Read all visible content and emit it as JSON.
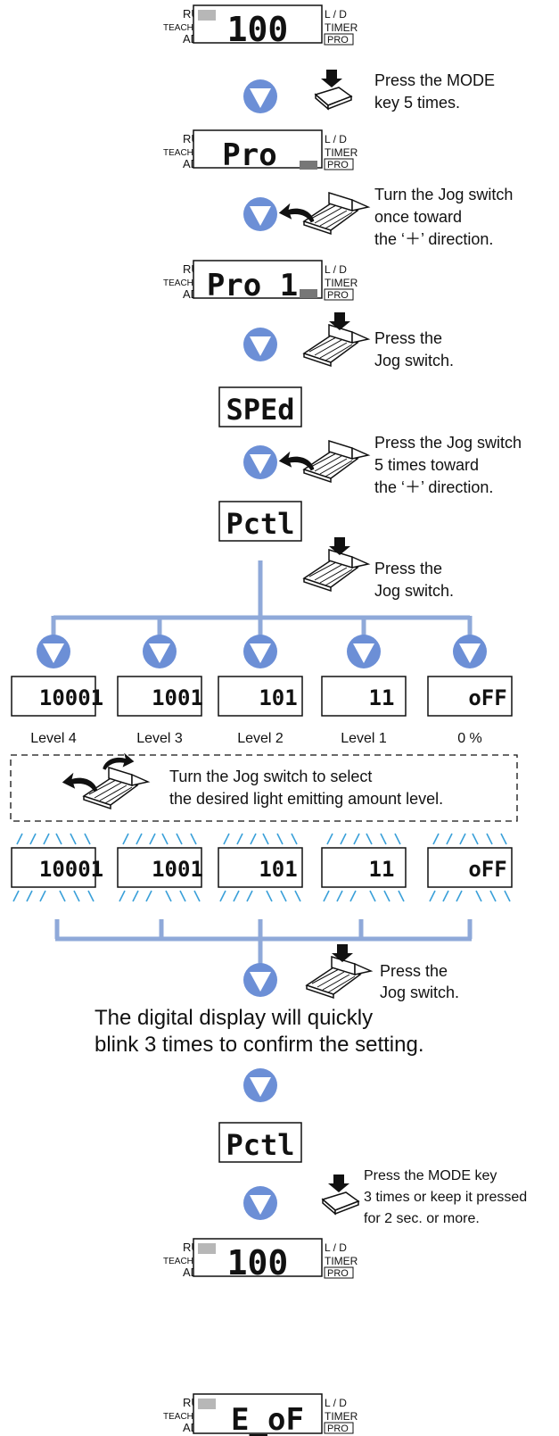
{
  "colors": {
    "flow": "#8fa9d9",
    "arrow_fill": "#6c8fd6",
    "ink": "#111111",
    "lamp": "#b7b7b7",
    "blink": "#3aa0d9"
  },
  "panel": {
    "left_labels": [
      "RUN",
      "TEACH",
      "ADJ"
    ],
    "right_labels": [
      "L / D",
      "TIMER",
      "PRO"
    ]
  },
  "displays": {
    "start": "100",
    "pro": "Pro",
    "pro1": "Pro 1",
    "sped": "SPEd",
    "pctl": "Pctl",
    "confirm_pctl": "Pctl",
    "end": "100",
    "final": "E_oF"
  },
  "steps": {
    "step1": [
      "Press the MODE",
      "key 5 times."
    ],
    "step2": [
      "Turn the Jog switch",
      "once toward",
      "the ‘＋’ direction."
    ],
    "step3": [
      "Press the",
      "Jog switch."
    ],
    "step4": [
      "Press the Jog switch",
      "5 times toward",
      "the ‘＋’ direction."
    ],
    "step5": [
      "Press the",
      "Jog switch."
    ],
    "step6": [
      "Press the",
      "Jog switch."
    ],
    "step7": [
      "Press the MODE key",
      "3 times or keep it pressed",
      "for 2 sec. or more."
    ]
  },
  "levels": [
    {
      "display": "10001",
      "label": "Level 4"
    },
    {
      "display": "1001",
      "label": "Level 3"
    },
    {
      "display": "101",
      "label": "Level 2"
    },
    {
      "display": "11",
      "label": "Level 1"
    },
    {
      "display": "oFF",
      "label": "0 %"
    }
  ],
  "select_box": [
    "Turn the Jog switch to select",
    "the desired light emitting amount level."
  ],
  "confirm_note": [
    "The digital display will quickly",
    "blink 3 times to confirm the setting."
  ]
}
